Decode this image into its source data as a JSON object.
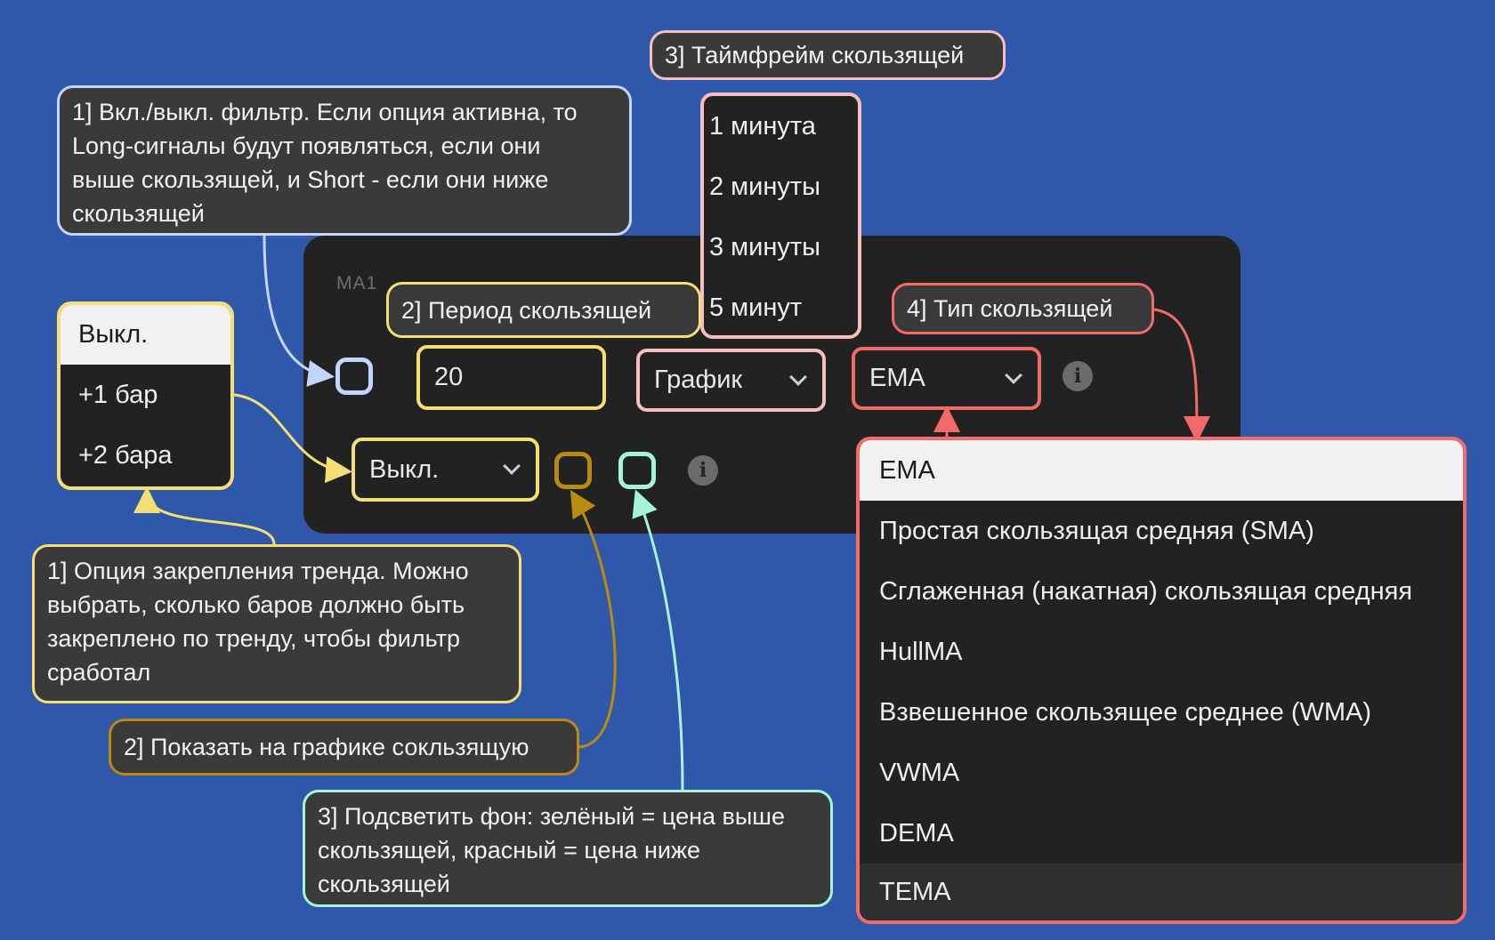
{
  "panel": {
    "label": "MA1"
  },
  "callouts": {
    "filter_toggle": "1] Вкл./выкл. фильтр. Если опция активна, то\nLong-сигналы будут появляться, если они\nвыше скользящей, и Short - если они ниже\nскользящей",
    "period": "2] Период скользящей",
    "timeframe": "3] Таймфрейм скользящей",
    "ma_type": "4] Тип скользящей",
    "trend_lock": "1] Опция закрепления тренда. Можно\nвыбрать, сколько баров должно быть\nзакреплено по тренду, чтобы фильтр\nсработал",
    "show_on_chart": "2] Показать на графике сокльзящую",
    "highlight_bg": "3] Подсветить фон: зелёный = цена выше\nскользящей, красный = цена ниже\nскользящей"
  },
  "controls": {
    "period_value": "20",
    "timeframe_value": "График",
    "ma_type_value": "EMA",
    "trend_lock_value": "Выкл.",
    "info_glyph": "i"
  },
  "timeframe_menu": {
    "items": [
      "1 минута",
      "2 минуты",
      "3 минуты",
      "5 минут"
    ]
  },
  "trend_lock_menu": {
    "items": [
      "Выкл.",
      "+1 бар",
      "+2 бара"
    ],
    "selected_index": 0
  },
  "ma_type_menu": {
    "items": [
      "EMA",
      "Простая скользящая средняя (SMA)",
      "Сглаженная (накатная) скользящая средняя",
      "HullMA",
      "Взвешенное скользящее среднее (WMA)",
      "VWMA",
      "DEMA",
      "TEMA"
    ],
    "selected_index": 0,
    "hover_index": 7
  },
  "colors": {
    "background": "#2f58aa",
    "panel": "#222222",
    "blue_outline": "#c3d5ff",
    "yellow_outline": "#f3df73",
    "pink_outline": "#f6bec0",
    "red_outline": "#f36a6a",
    "gold_outline": "#b98b0f",
    "mint_outline": "#a7f3d8"
  }
}
